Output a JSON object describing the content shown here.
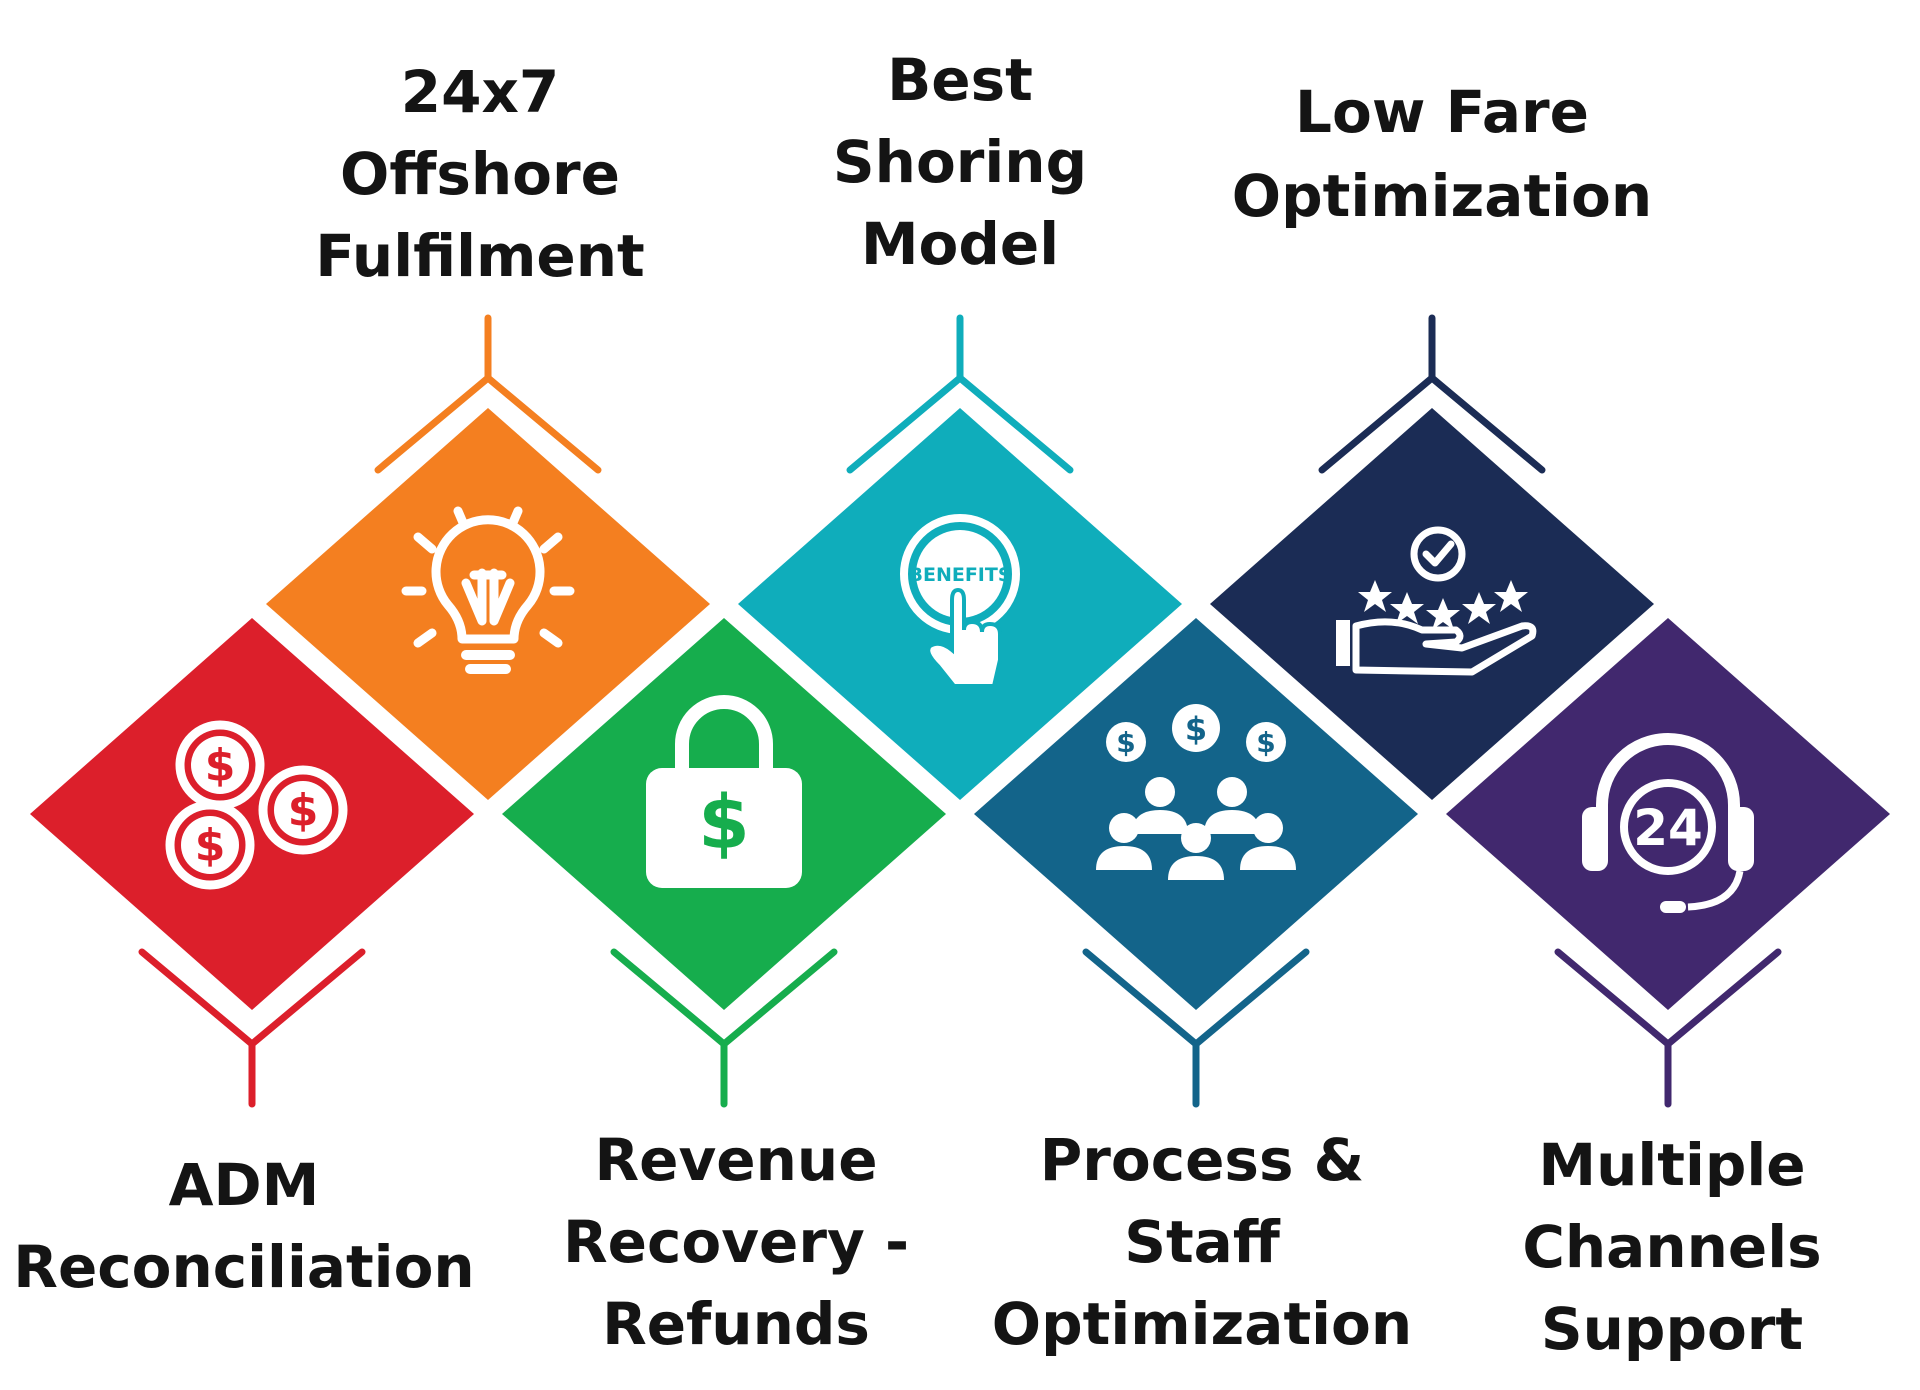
{
  "colors": {
    "red": "#dc1f2b",
    "orange": "#f47f20",
    "green": "#16ad4d",
    "teal": "#0fadbb",
    "blue": "#13648a",
    "navy": "#1b2c55",
    "purple": "#41286e",
    "icon": "#ffffff",
    "text": "#141414"
  },
  "top_items": [
    {
      "label_lines": [
        "24x7",
        "Offshore",
        "Fulfilment"
      ],
      "color": "orange",
      "icon": "lightbulb-icon"
    },
    {
      "label_lines": [
        "Best",
        "Shoring",
        "Model"
      ],
      "color": "teal",
      "icon": "benefits-button-icon",
      "icon_text": "BENEFITS"
    },
    {
      "label_lines": [
        "Low Fare",
        "Optimization"
      ],
      "color": "navy",
      "icon": "hand-stars-check-icon"
    }
  ],
  "bottom_items": [
    {
      "label_lines": [
        "ADM",
        "Reconciliation"
      ],
      "color": "red",
      "icon": "dollar-coins-icon"
    },
    {
      "label_lines": [
        "Revenue",
        "Recovery -",
        "Refunds"
      ],
      "color": "green",
      "icon": "dollar-lock-icon"
    },
    {
      "label_lines": [
        "Process &",
        "Staff",
        "Optimization"
      ],
      "color": "blue",
      "icon": "staff-dollars-icon"
    },
    {
      "label_lines": [
        "Multiple",
        "Channels",
        "Support"
      ],
      "color": "purple",
      "icon": "headset-24-icon",
      "icon_text": "24"
    }
  ]
}
